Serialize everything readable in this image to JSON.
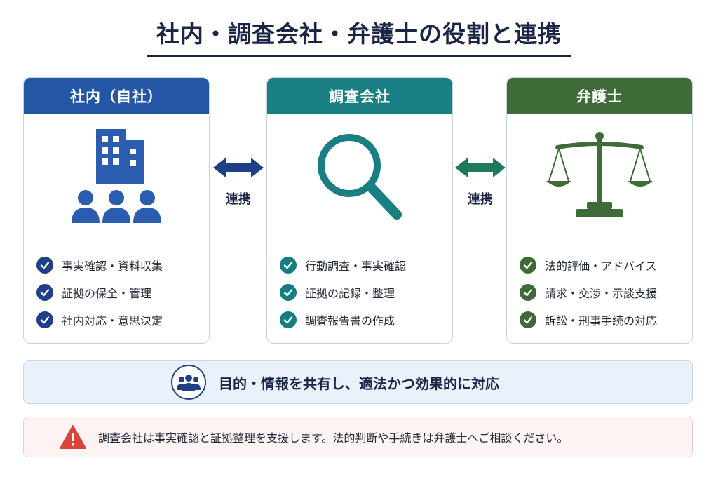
{
  "title": "社内・調査会社・弁護士の役割と連携",
  "cards": [
    {
      "heading": "社内（自社）",
      "icon": "building-and-people-icon",
      "color": "#2456a6",
      "items": [
        "事実確認・資料収集",
        "証拠の保全・管理",
        "社内対応・意思決定"
      ]
    },
    {
      "heading": "調査会社",
      "icon": "magnifying-glass-icon",
      "color": "#1a7f83",
      "items": [
        "行動調査・事実確認",
        "証拠の記録・整理",
        "調査報告書の作成"
      ]
    },
    {
      "heading": "弁護士",
      "icon": "scales-of-justice-icon",
      "color": "#3f6b38",
      "items": [
        "法的評価・アドバイス",
        "請求・交渉・示談支援",
        "訴訟・刑事手続の対応"
      ]
    }
  ],
  "links": [
    "連携",
    "連携"
  ],
  "shared": {
    "icon": "group-icon",
    "text": "目的・情報を共有し、適法かつ効果的に対応"
  },
  "notice": {
    "icon": "warning-icon",
    "color": "#d9453b",
    "text": "調査会社は事実確認と証拠整理を支援します。法的判断や手続きは弁護士へご相談ください。"
  }
}
